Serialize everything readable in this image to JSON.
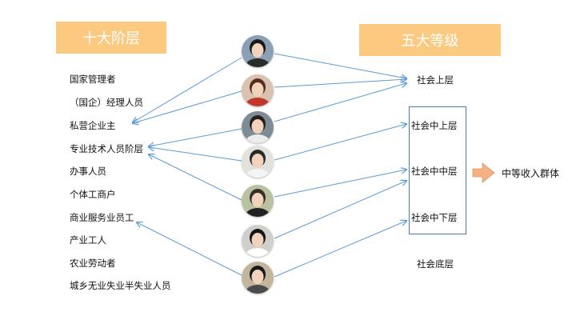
{
  "left_header": "十大阶层",
  "right_header": "五大等级",
  "strata": [
    "国家管理者",
    "（国企）经理人员",
    "私营企业主",
    "专业技术人员阶层",
    "办事人员",
    "个体工商户",
    "商业服务业员工",
    "产业工人",
    "农业劳动者",
    "城乡无业失业半失业人员"
  ],
  "levels": {
    "upper": "社会上层",
    "upper_middle": "社会中上层",
    "middle_middle": "社会中中层",
    "lower_middle": "社会中下层",
    "bottom": "社会底层"
  },
  "result_label": "中等收入群体",
  "colors": {
    "header": "#fbc97f",
    "line": "#5b9bd5",
    "box_border": "#4a79b3",
    "arrow": "#f4b183"
  },
  "avatars": [
    {
      "name": "portrait-1",
      "bg": "#8aa0b4",
      "hair": "#1a1a1a",
      "shirt": "#2b2b2b"
    },
    {
      "name": "portrait-2",
      "bg": "#d9c2b0",
      "hair": "#5a2b1e",
      "shirt": "#c0392b"
    },
    {
      "name": "portrait-3",
      "bg": "#7e8c95",
      "hair": "#2a1e1a",
      "shirt": "#ececec"
    },
    {
      "name": "portrait-4",
      "bg": "#e3e1dc",
      "hair": "#2a2a2a",
      "shirt": "#f4f4f4"
    },
    {
      "name": "portrait-5",
      "bg": "#b9c2a0",
      "hair": "#3a2d28",
      "shirt": "#222222"
    },
    {
      "name": "portrait-6",
      "bg": "#d0cfcb",
      "hair": "#151515",
      "shirt": "#ffffff"
    },
    {
      "name": "portrait-7",
      "bg": "#c2b59b",
      "hair": "#1a1a1a",
      "shirt": "#4b4b4b"
    }
  ]
}
